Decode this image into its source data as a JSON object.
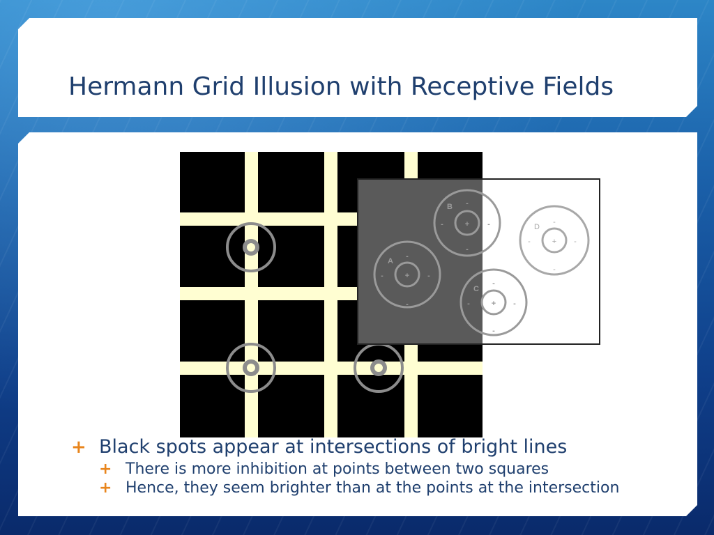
{
  "slide": {
    "title": "Hermann Grid Illusion with Receptive Fields"
  },
  "figure": {
    "receptive_fields": [
      {
        "label": "A",
        "center": "+",
        "surround": "-"
      },
      {
        "label": "B",
        "center": "+",
        "surround": "-"
      },
      {
        "label": "C",
        "center": "+",
        "surround": "-"
      },
      {
        "label": "D",
        "center": "+",
        "surround": "-"
      }
    ]
  },
  "bullets": [
    {
      "text": "Black spots appear at intersections of bright lines",
      "sub": [
        "There is more inhibition at points between two squares",
        "Hence, they seem brighter than at the points at the intersection"
      ]
    }
  ],
  "colors": {
    "title": "#1f3f6e",
    "bullet_marker": "#e8851c",
    "grid_lines": "#fffed2",
    "grid_squares": "#000000",
    "dark_box": "#5a5a5a",
    "rings": "#8c8c8c"
  }
}
